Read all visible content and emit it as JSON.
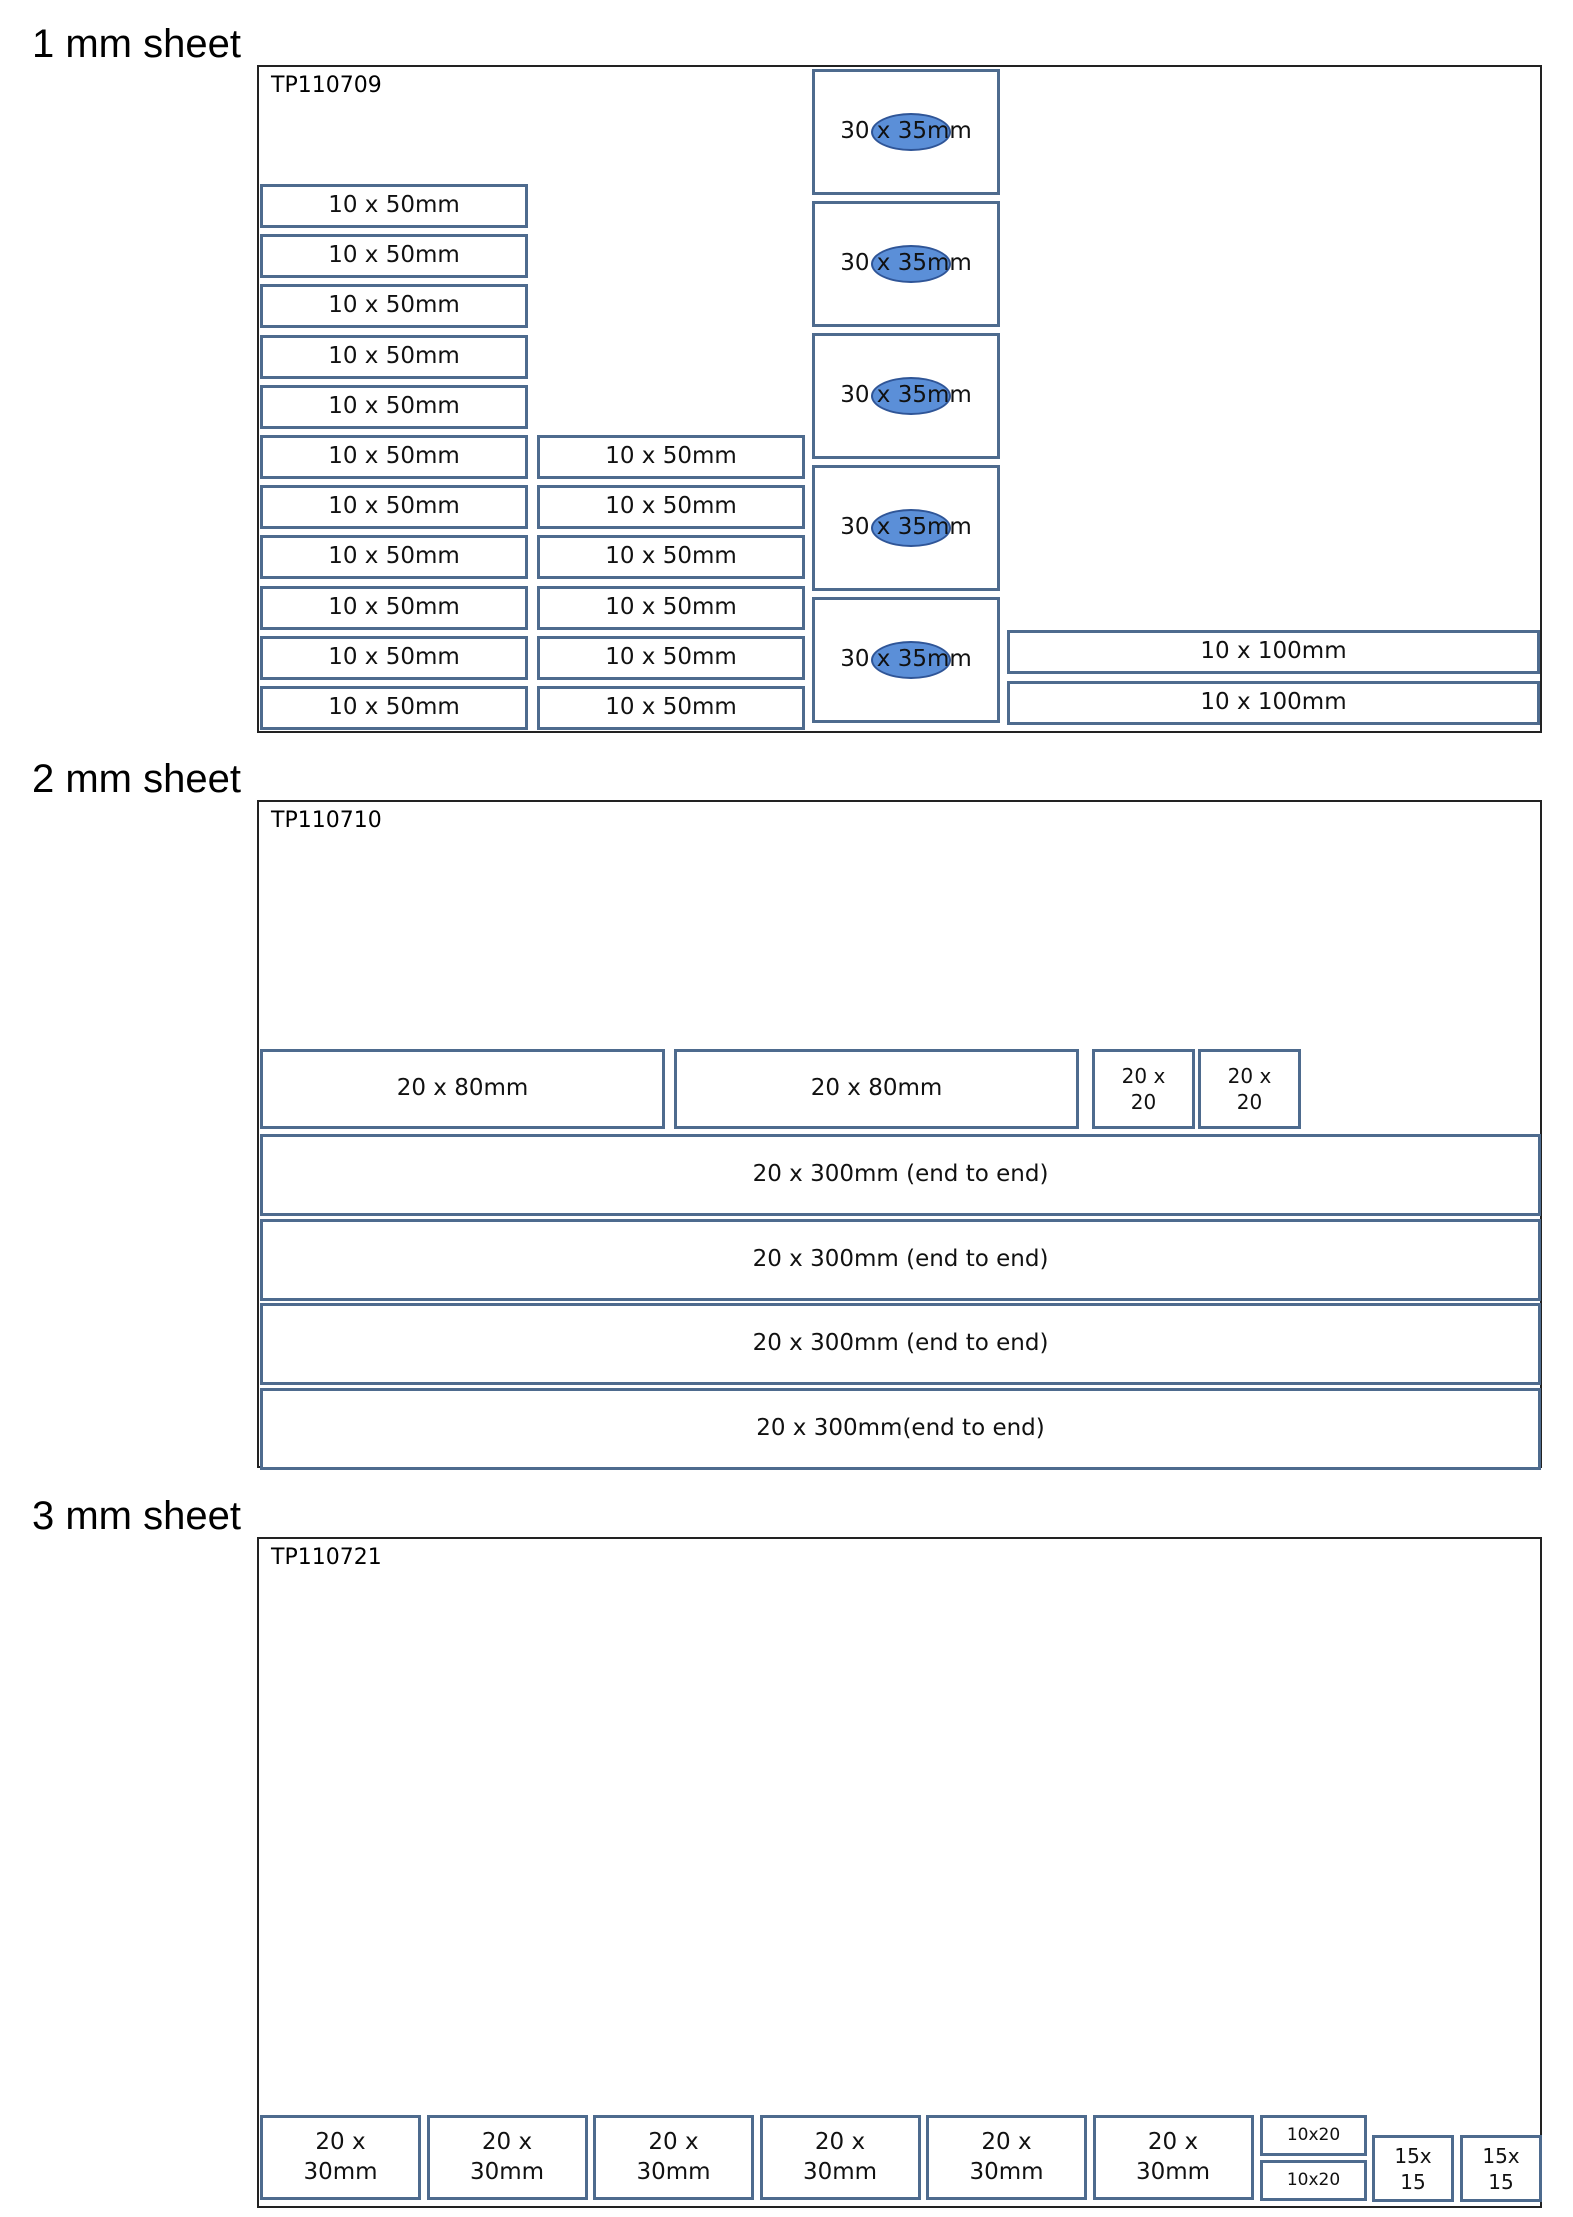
{
  "sheets": [
    {
      "title": "1 mm sheet",
      "id": "TP110709",
      "pieces": {
        "col1": [
          "10 x 50mm",
          "10 x 50mm",
          "10 x 50mm",
          "10 x 50mm",
          "10 x 50mm",
          "10 x 50mm",
          "10 x 50mm",
          "10 x 50mm",
          "10 x 50mm",
          "10 x 50mm",
          "10 x 50mm"
        ],
        "col2": [
          "10 x 50mm",
          "10 x 50mm",
          "10 x 50mm",
          "10 x 50mm",
          "10 x 50mm",
          "10 x 50mm"
        ],
        "col3": [
          "30 x 35mm",
          "30 x 35mm",
          "30 x 35mm",
          "30 x 35mm",
          "30 x 35mm"
        ],
        "col4": [
          "10 x 100mm",
          "10 x 100mm"
        ]
      }
    },
    {
      "title": "2 mm sheet",
      "id": "TP110710",
      "pieces": {
        "row1": [
          "20 x 80mm",
          "20 x 80mm",
          "20 x\n20",
          "20 x\n20"
        ],
        "strips": [
          "20 x 300mm (end to end)",
          "20 x 300mm (end to end)",
          "20 x 300mm (end to end)",
          "20 x 300mm(end to end)"
        ]
      }
    },
    {
      "title": "3 mm sheet",
      "id": "TP110721",
      "pieces": {
        "row": [
          "20 x\n30mm",
          "20 x\n30mm",
          "20 x\n30mm",
          "20 x\n30mm",
          "20 x\n30mm",
          "20 x\n30mm"
        ],
        "stack": [
          "10x20",
          "10x20"
        ],
        "squares": [
          "15x\n15",
          "15x\n15"
        ]
      }
    }
  ]
}
